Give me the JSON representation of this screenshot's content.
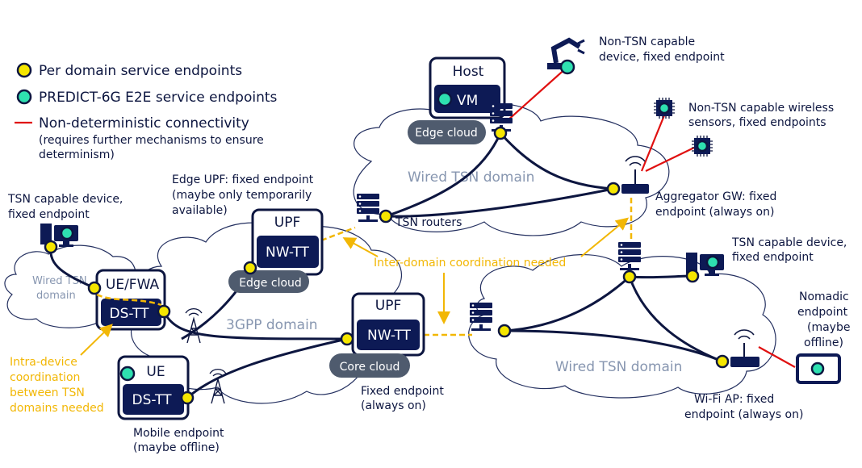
{
  "legend": {
    "per_domain": "Per domain service endpoints",
    "e2e": "PREDICT-6G E2E service endpoints",
    "nondet": "Non-deterministic connectivity",
    "nondet_sub1": "(requires further mechanisms to ensure",
    "nondet_sub2": "determinism)"
  },
  "domains": {
    "wired_top": "Wired TSN domain",
    "wired_left_1": "Wired TSN",
    "wired_left_2": "domain",
    "gpp": "3GPP domain",
    "wired_right": "Wired TSN domain"
  },
  "boxes": {
    "host": "Host",
    "vm": "VM",
    "edge_upf": "UPF",
    "edge_nwtt": "NW-TT",
    "core_upf": "UPF",
    "core_nwtt": "NW-TT",
    "uefwa": "UE/FWA",
    "uefwa_dstt": "DS-TT",
    "ue": "UE",
    "ue_dstt": "DS-TT"
  },
  "clouds": {
    "edge_top": "Edge cloud",
    "edge_mid": "Edge cloud",
    "core": "Core cloud"
  },
  "labels": {
    "robot_1": "Non-TSN capable",
    "robot_2": "device, fixed endpoint",
    "sensors_1": "Non-TSN capable wireless",
    "sensors_2": "sensors, fixed endpoints",
    "agg_1": "Aggregator GW: fixed",
    "agg_2": "endpoint (always on)",
    "tsn_routers": "TSN routers",
    "edge_upf_1": "Edge UPF: fixed endpoint",
    "edge_upf_2": "(maybe only temporarily",
    "edge_upf_3": "available)",
    "tsn_dev_left_1": "TSN capable device,",
    "tsn_dev_left_2": "fixed endpoint",
    "tsn_dev_right_1": "TSN capable device,",
    "tsn_dev_right_2": "fixed endpoint",
    "fixed_1": "Fixed endpoint",
    "fixed_2": "(always on)",
    "mobile_1": "Mobile endpoint",
    "mobile_2": "(maybe offline)",
    "nomadic_1": "Nomadic",
    "nomadic_2": "endpoint",
    "nomadic_3": "(maybe",
    "nomadic_4": "offline)",
    "wifi_1": "Wi-Fi AP: fixed",
    "wifi_2": "endpoint (always on)"
  },
  "annotations": {
    "inter": "Inter-domain coordination needed",
    "intra_1": "Intra-device",
    "intra_2": "coordination",
    "intra_3": "between TSN",
    "intra_4": "domains needed"
  },
  "colors": {
    "navy": "#0d1a55",
    "yellow": "#f5e600",
    "teal": "#2ee0b0",
    "orange": "#f2b705",
    "red": "#e01010",
    "cloud_pill": "#4f5b6e"
  }
}
